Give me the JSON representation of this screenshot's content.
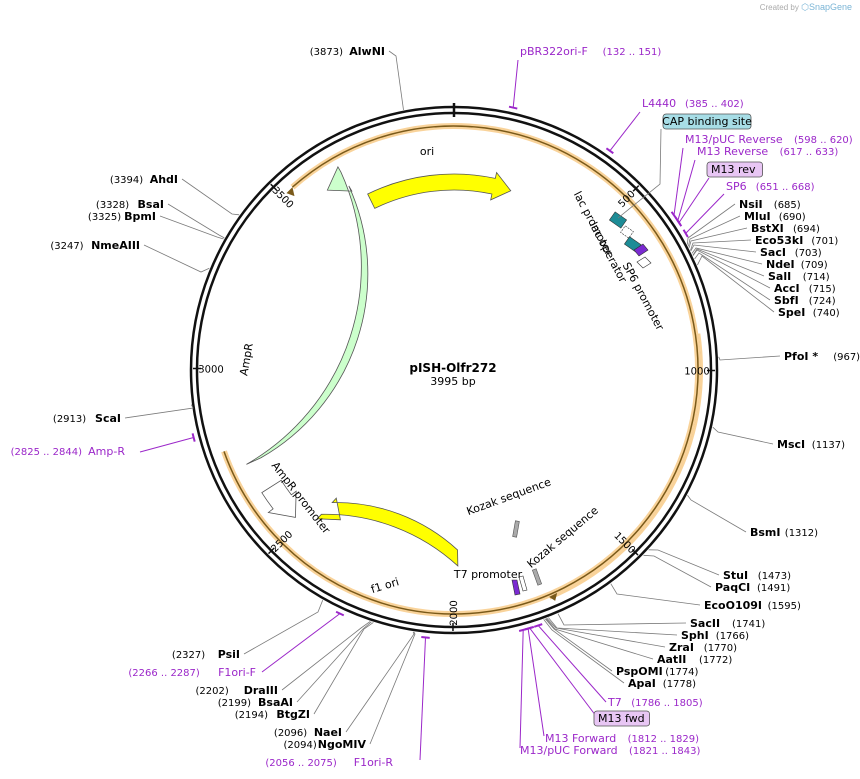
{
  "header": {
    "created_by": "Created by",
    "brand": "SnapGene"
  },
  "plasmid": {
    "name": "pISH-Olfr272",
    "length_label": "3995 bp",
    "length": 3995
  },
  "colors": {
    "ori": "#ffff00",
    "ampr": "#ccffcc",
    "orange": "#f5a623",
    "primer": "#9b27c9",
    "cap": "#a7dde6",
    "lac_promoter": "#1d8c96",
    "lac_operator": "#1d8c96",
    "t7": "#9b27c9"
  },
  "ticks": [
    "500",
    "1000",
    "1500",
    "2000",
    "2500",
    "3000",
    "3500"
  ],
  "features": {
    "ori": "ori",
    "ampr": "AmpR",
    "ampr_promoter": "AmpR promoter",
    "f1_ori": "f1 ori",
    "lac_promoter": "lac promoter",
    "lac_operator": "lac operator",
    "sp6_promoter": "SP6 promoter",
    "kozak1": "Kozak sequence",
    "kozak2": "Kozak sequence",
    "t7_promoter": "T7 promoter",
    "cap_site": "CAP binding site"
  },
  "sites": [
    {
      "name": "AlwNI",
      "pos": "(3873)"
    },
    {
      "name": "AhdI",
      "pos": "(3394)"
    },
    {
      "name": "BsaI",
      "pos": "(3328)"
    },
    {
      "name": "BpmI",
      "pos": "(3325)"
    },
    {
      "name": "NmeAIII",
      "pos": "(3247)"
    },
    {
      "name": "ScaI",
      "pos": "(2913)"
    },
    {
      "name": "PsiI",
      "pos": "(2327)"
    },
    {
      "name": "DraIII",
      "pos": "(2202)"
    },
    {
      "name": "BsaAI",
      "pos": "(2199)"
    },
    {
      "name": "BtgZI",
      "pos": "(2194)"
    },
    {
      "name": "NaeI",
      "pos": "(2096)"
    },
    {
      "name": "NgoMIV",
      "pos": "(2094)"
    },
    {
      "name": "NsiI",
      "pos": "(685)"
    },
    {
      "name": "MluI",
      "pos": "(690)"
    },
    {
      "name": "BstXI",
      "pos": "(694)"
    },
    {
      "name": "Eco53kI",
      "pos": "(701)"
    },
    {
      "name": "SacI",
      "pos": "(703)"
    },
    {
      "name": "NdeI",
      "pos": "(709)"
    },
    {
      "name": "SalI",
      "pos": "(714)"
    },
    {
      "name": "AccI",
      "pos": "(715)"
    },
    {
      "name": "SbfI",
      "pos": "(724)"
    },
    {
      "name": "SpeI",
      "pos": "(740)"
    },
    {
      "name": "PfoI *",
      "pos": "(967)"
    },
    {
      "name": "MscI",
      "pos": "(1137)"
    },
    {
      "name": "BsmI",
      "pos": "(1312)"
    },
    {
      "name": "StuI",
      "pos": "(1473)"
    },
    {
      "name": "PaqCI",
      "pos": "(1491)"
    },
    {
      "name": "EcoO109I",
      "pos": "(1595)"
    },
    {
      "name": "SacII",
      "pos": "(1741)"
    },
    {
      "name": "SphI",
      "pos": "(1766)"
    },
    {
      "name": "ZraI",
      "pos": "(1770)"
    },
    {
      "name": "AatII",
      "pos": "(1772)"
    },
    {
      "name": "PspOMI",
      "pos": "(1774)"
    },
    {
      "name": "ApaI",
      "pos": "(1778)"
    }
  ],
  "primers": [
    {
      "name": "pBR322ori-F",
      "range": "(132 .. 151)"
    },
    {
      "name": "L4440",
      "range": "(385 .. 402)"
    },
    {
      "name": "M13/pUC Reverse",
      "range": "(598 .. 620)"
    },
    {
      "name": "M13 Reverse",
      "range": "(617 .. 633)"
    },
    {
      "name": "M13 rev",
      "range": ""
    },
    {
      "name": "SP6",
      "range": "(651 .. 668)"
    },
    {
      "name": "Amp-R",
      "range": "(2825 .. 2844)"
    },
    {
      "name": "F1ori-F",
      "range": "(2266 .. 2287)"
    },
    {
      "name": "F1ori-R",
      "range": "(2056 .. 2075)"
    },
    {
      "name": "T7",
      "range": "(1786 .. 1805)"
    },
    {
      "name": "M13 fwd",
      "range": ""
    },
    {
      "name": "M13 Forward",
      "range": "(1812 .. 1829)"
    },
    {
      "name": "M13/pUC Forward",
      "range": "(1821 .. 1843)"
    }
  ]
}
